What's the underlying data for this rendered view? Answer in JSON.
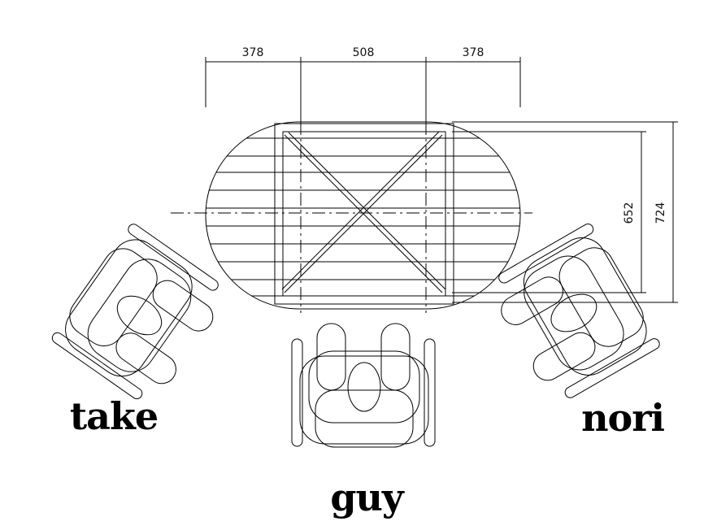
{
  "dimensions": {
    "top_left": "378",
    "top_middle": "508",
    "top_right": "378",
    "right_inner": "652",
    "right_outer": "724"
  },
  "labels": {
    "left_chair": "take",
    "bottom_chair": "guy",
    "right_chair": "nori"
  }
}
